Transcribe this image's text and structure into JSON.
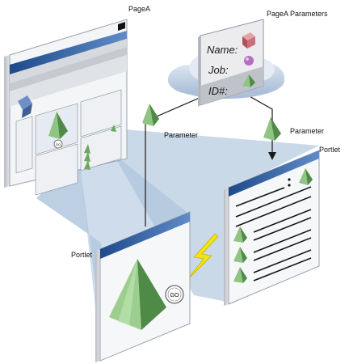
{
  "labels": {
    "page_a": "PageA",
    "page_a_parameters": "PageA Parameters",
    "parameter_left": "Parameter",
    "parameter_right": "Parameter",
    "portlet_left": "Portlet",
    "portlet_right": "Portlet"
  },
  "parameter_card": {
    "rows": [
      {
        "label": "Name:",
        "icon": "red-cube-icon"
      },
      {
        "label": "Job:",
        "icon": "purple-sphere-icon"
      },
      {
        "label": "ID#:",
        "icon": "green-pyramid-icon"
      }
    ]
  },
  "portlet_left": {
    "go_label": "GO"
  },
  "page_a_mini": {
    "go_label": "GO"
  },
  "colors": {
    "cloud": "#c4d3e6",
    "projection": "#a6bfd9",
    "titlebar": "#2e5c9e",
    "pyramid": "#6aa75f",
    "lightning": "#f2e316"
  }
}
